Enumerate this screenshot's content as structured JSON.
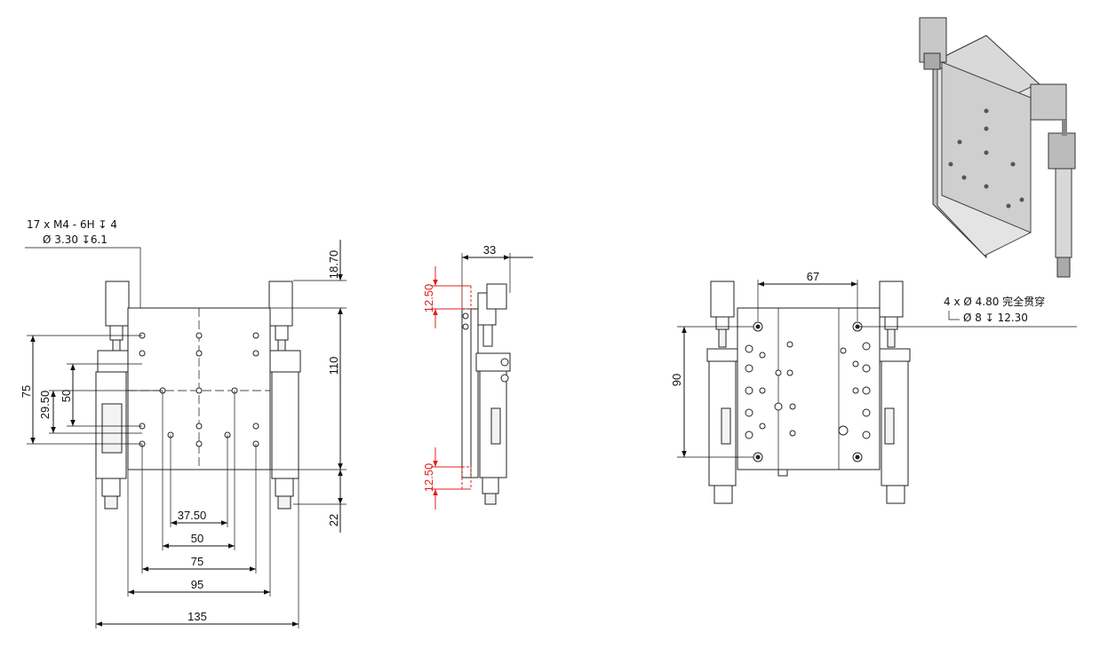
{
  "front_view": {
    "callout_line1": "17 x  M4 - 6H ↧ 4",
    "callout_line2": "Ø  3.30 ↧6.1",
    "dims": {
      "top": "18.70",
      "height": "110",
      "bottom": "22",
      "left_75": "75",
      "left_50": "50",
      "left_29_50": "29.50",
      "h_37_50": "37.50",
      "h_50": "50",
      "h_75": "75",
      "h_95": "95",
      "h_135": "135"
    }
  },
  "side_view": {
    "dims": {
      "width": "33",
      "travel_top": "12.50",
      "travel_bottom": "12.50"
    }
  },
  "back_view": {
    "dims": {
      "width": "67",
      "height": "90"
    },
    "callout_line1": "4 x  Ø 4.80 完全贯穿",
    "callout_line2": "Ø  8 ↧ 12.30"
  },
  "colors": {
    "line": "#111111",
    "travel_dim": "#e0201c"
  }
}
